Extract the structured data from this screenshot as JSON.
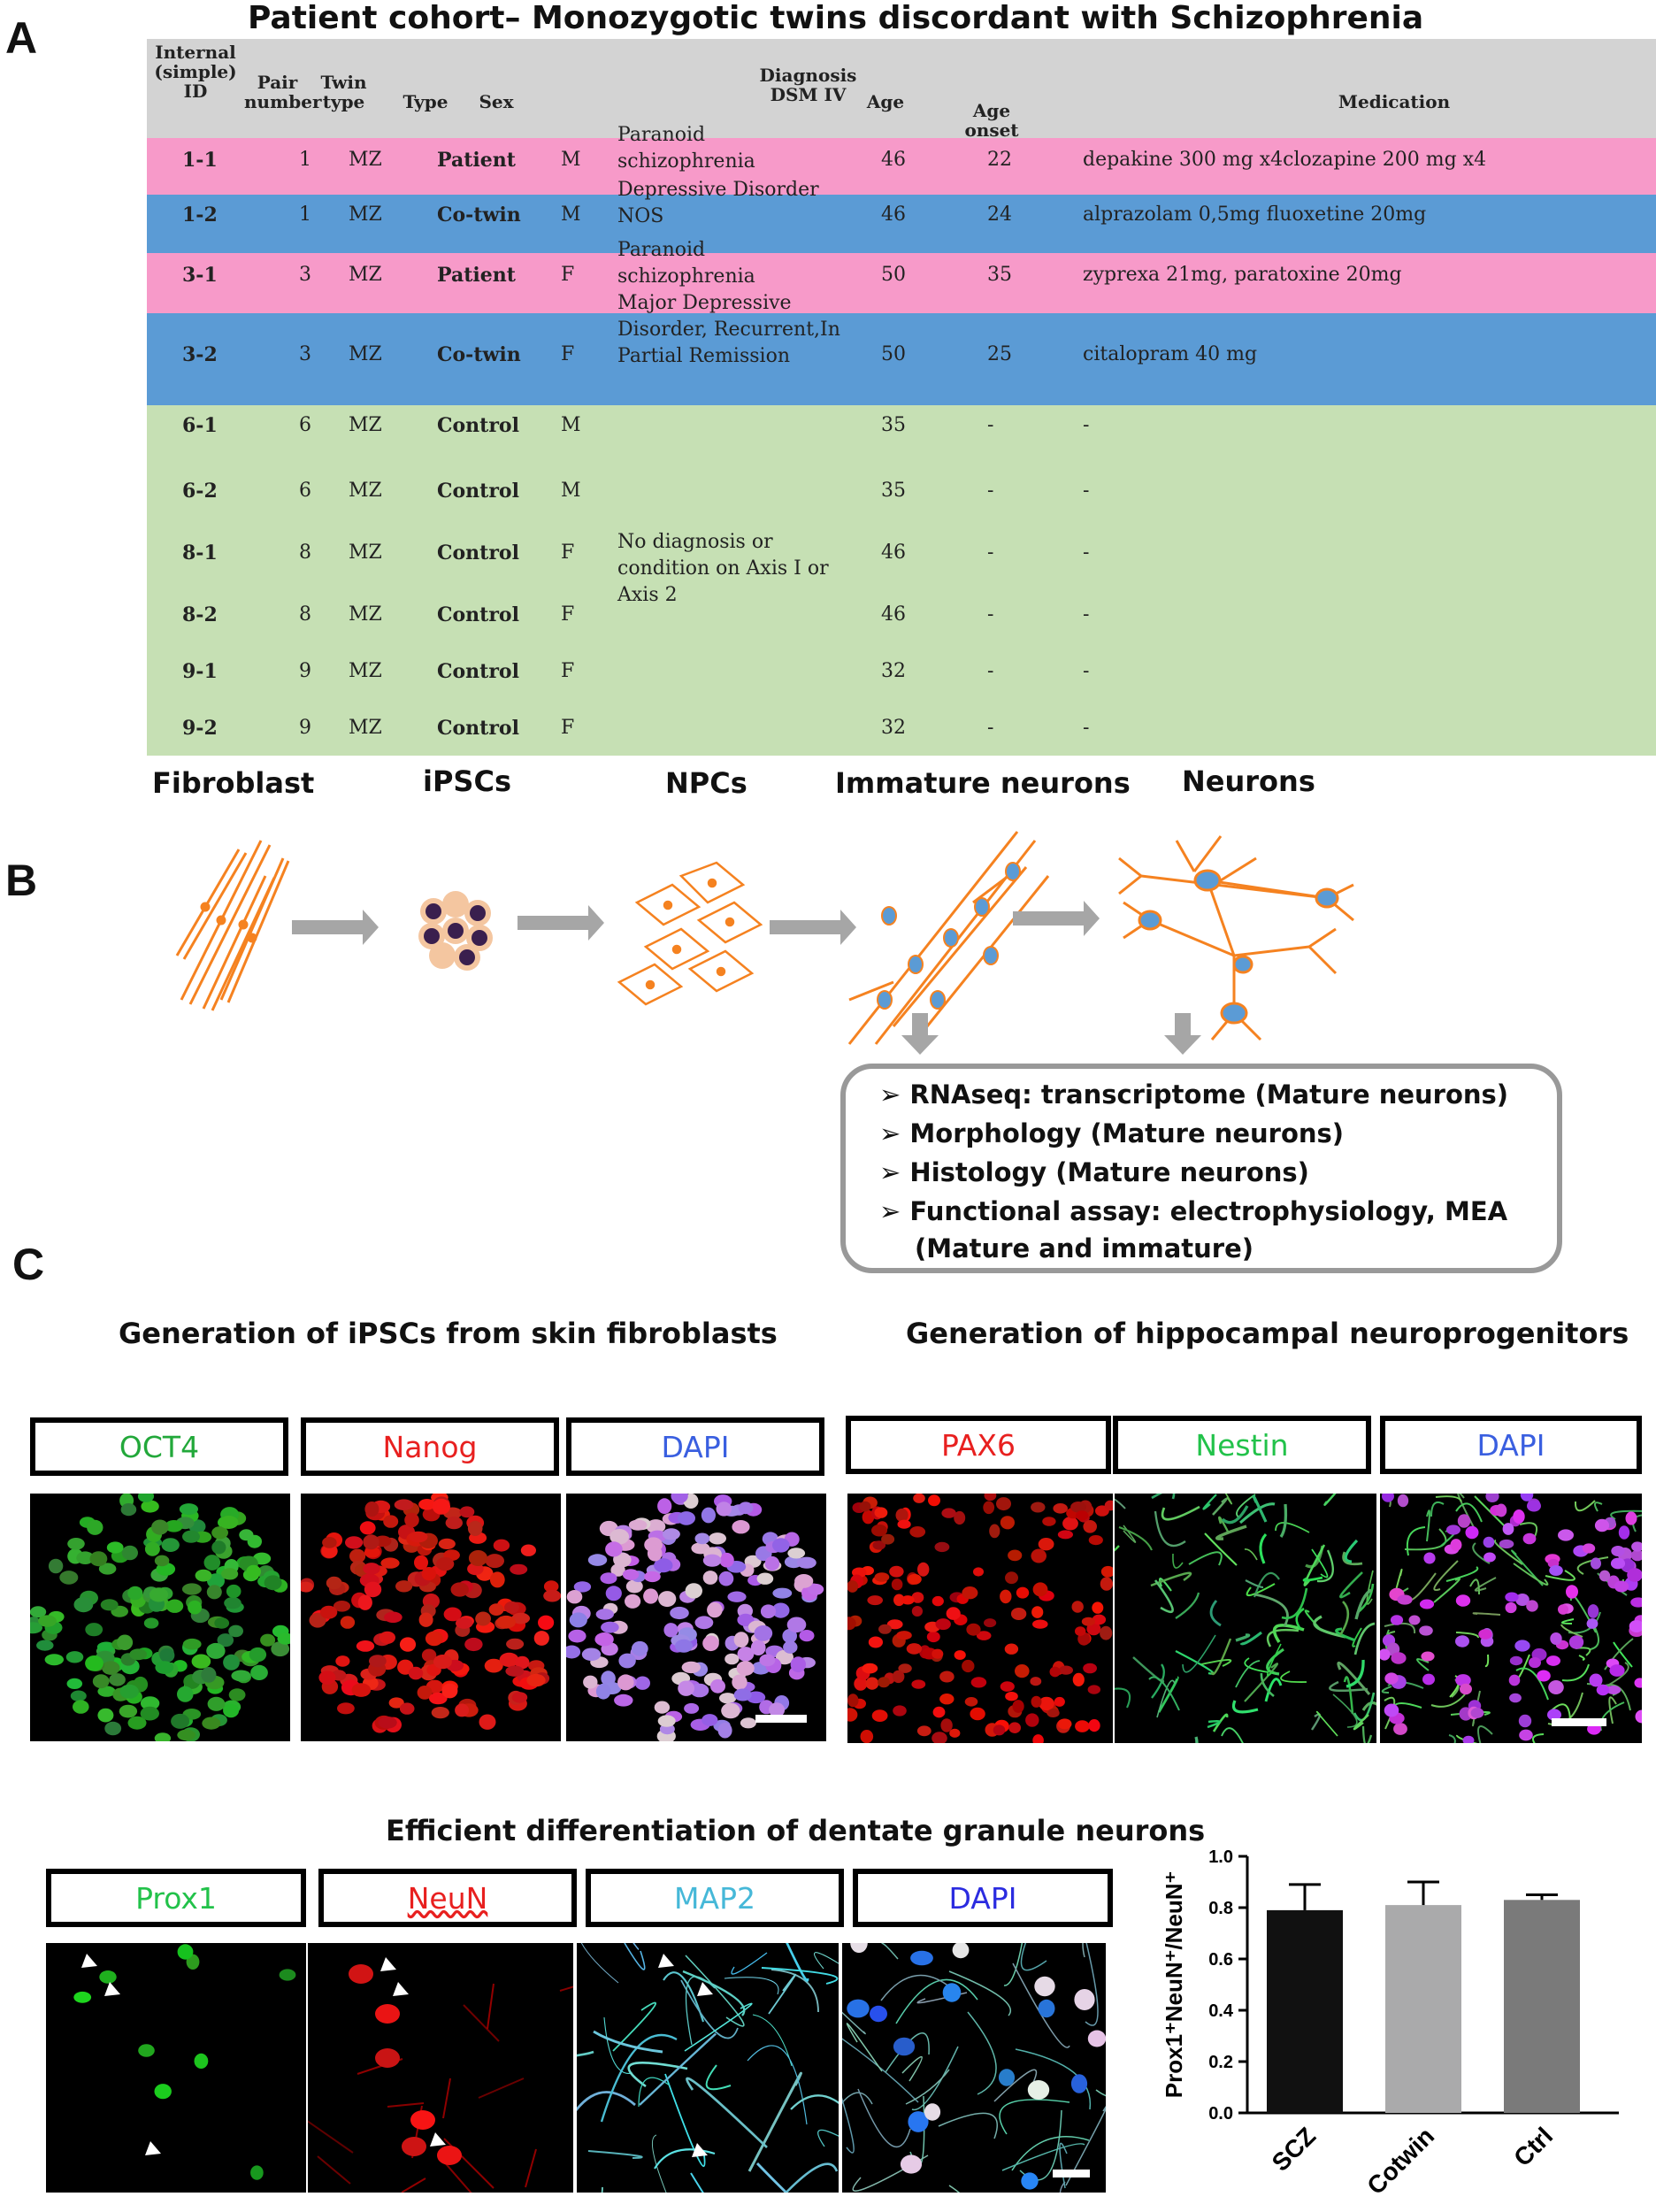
{
  "panels": {
    "a": "A",
    "b": "B",
    "c": "C"
  },
  "table": {
    "title": "Patient cohort– Monozygotic twins discordant with Schizophrenia",
    "headers": {
      "id": "Internal\n(simple)\nID",
      "pair": "Pair\nnumber",
      "twin": "Twin\ntype",
      "type": "Type",
      "sex": "Sex",
      "diag": "Diagnosis\nDSM IV",
      "age": "Age",
      "onset": "Age\nonset",
      "med": "Medication"
    },
    "rows": [
      {
        "id": "1-1",
        "pair": "1",
        "twin": "MZ",
        "type": "Patient",
        "sex": "M",
        "diag": "Paranoid\nschizophrenia",
        "age": "46",
        "onset": "22",
        "med": "depakine 300 mg x4clozapine 200 mg x4"
      },
      {
        "id": "1-2",
        "pair": "1",
        "twin": "MZ",
        "type": "Co-twin",
        "sex": "M",
        "diag": "Depressive Disorder\nNOS",
        "age": "46",
        "onset": "24",
        "med": "alprazolam 0,5mg fluoxetine 20mg"
      },
      {
        "id": "3-1",
        "pair": "3",
        "twin": "MZ",
        "type": "Patient",
        "sex": "F",
        "diag": "Paranoid\nschizophrenia",
        "age": "50",
        "onset": "35",
        "med": "zyprexa 21mg, paratoxine 20mg"
      },
      {
        "id": "3-2",
        "pair": "3",
        "twin": "MZ",
        "type": "Co-twin",
        "sex": "F",
        "diag": "Major Depressive\nDisorder, Recurrent,In\nPartial Remission",
        "age": "50",
        "onset": "25",
        "med": "citalopram 40 mg"
      },
      {
        "id": "6-1",
        "pair": "6",
        "twin": "MZ",
        "type": "Control",
        "sex": "M",
        "diag": "",
        "age": "35",
        "onset": "-",
        "med": "-"
      },
      {
        "id": "6-2",
        "pair": "6",
        "twin": "MZ",
        "type": "Control",
        "sex": "M",
        "diag": "",
        "age": "35",
        "onset": "-",
        "med": "-"
      },
      {
        "id": "8-1",
        "pair": "8",
        "twin": "MZ",
        "type": "Control",
        "sex": "F",
        "diag": "",
        "age": "46",
        "onset": "-",
        "med": "-"
      },
      {
        "id": "8-2",
        "pair": "8",
        "twin": "MZ",
        "type": "Control",
        "sex": "F",
        "diag": "",
        "age": "46",
        "onset": "-",
        "med": "-"
      },
      {
        "id": "9-1",
        "pair": "9",
        "twin": "MZ",
        "type": "Control",
        "sex": "F",
        "diag": "",
        "age": "32",
        "onset": "-",
        "med": "-"
      },
      {
        "id": "9-2",
        "pair": "9",
        "twin": "MZ",
        "type": "Control",
        "sex": "F",
        "diag": "",
        "age": "32",
        "onset": "-",
        "med": "-"
      }
    ],
    "control_diagnosis": "No diagnosis or\ncondition on Axis I or\nAxis 2",
    "colors": {
      "header": "#d3d3d3",
      "patient": "#f79ac9",
      "cotwin": "#5b9bd5",
      "control": "#c6e0b4"
    }
  },
  "flow": {
    "stages": [
      "Fibroblast",
      "iPSCs",
      "NPCs",
      "Immature neurons",
      "Neurons"
    ],
    "stage_color": "#f58220",
    "results": [
      "RNAseq: transcriptome (Mature neurons)",
      "Morphology (Mature neurons)",
      "Histology (Mature neurons)",
      "Functional assay: electrophysiology, MEA",
      "(Mature and immature)"
    ]
  },
  "panel_c": {
    "ipsc_title": "Generation of iPSCs from skin fibroblasts",
    "npc_title": "Generation of hippocampal neuroprogenitors",
    "dg_title": "Efficient differentiation of dentate granule neurons",
    "ipsc_labels": [
      {
        "text": "OCT4",
        "color": "#22a83a"
      },
      {
        "text": "Nanog",
        "color": "#e8201f"
      },
      {
        "text": "DAPI",
        "color": "#3a5fe0"
      }
    ],
    "npc_labels": [
      {
        "text": "PAX6",
        "color": "#e8201f"
      },
      {
        "text": "Nestin",
        "color": "#22c24a"
      },
      {
        "text": "DAPI",
        "color": "#3a5fe0"
      }
    ],
    "dg_labels": [
      {
        "text": "Prox1",
        "color": "#22c24a"
      },
      {
        "text": "NeuN",
        "color": "#e8201f"
      },
      {
        "text": "MAP2",
        "color": "#46b8d8"
      },
      {
        "text": "DAPI",
        "color": "#2b2ce0"
      }
    ]
  },
  "chart_data": {
    "type": "bar",
    "categories": [
      "SCZ",
      "Cotwin",
      "Ctrl"
    ],
    "values": [
      0.79,
      0.81,
      0.83
    ],
    "errors": [
      0.1,
      0.09,
      0.02
    ],
    "colors": [
      "#111111",
      "#aaaaab",
      "#7a7a7a"
    ],
    "ylabel": "Prox1⁺NeuN⁺/NeuN⁺",
    "ylim": [
      0,
      1.0
    ],
    "yticks": [
      "0.0",
      "0.2",
      "0.4",
      "0.6",
      "0.8",
      "1.0"
    ]
  }
}
